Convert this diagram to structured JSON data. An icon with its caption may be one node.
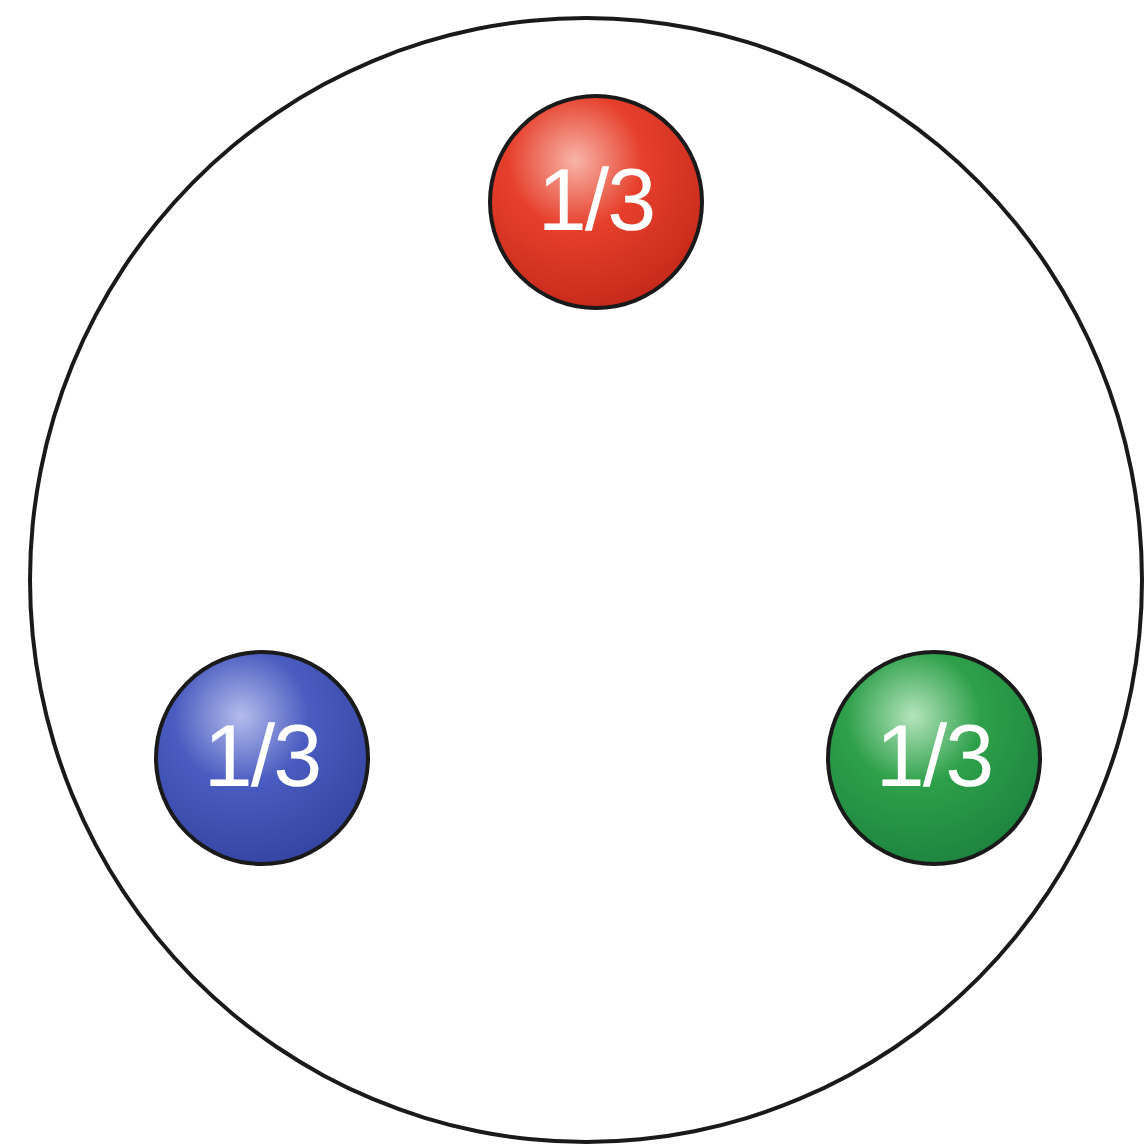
{
  "diagram": {
    "nodes": [
      {
        "text": [],
        "shape": "circle"
      },
      {
        "text": [
          "1/3"
        ],
        "in": 0
      },
      {
        "text": [
          "1/3"
        ],
        "in": 0
      },
      {
        "text": [
          "1/3"
        ],
        "in": 0
      }
    ]
  }
}
